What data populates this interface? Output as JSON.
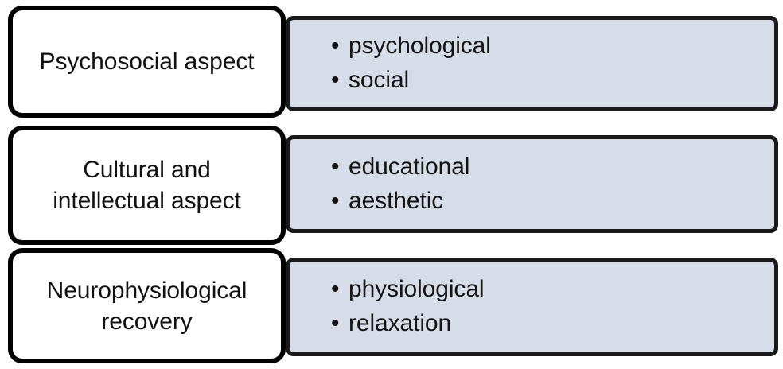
{
  "diagram": {
    "type": "three-row-category-detail-table",
    "colors": {
      "detail_fill": "#d6dce8",
      "label_fill": "#ffffff",
      "border": "#000000",
      "text": "#111111",
      "page_background": "#ffffff"
    },
    "bullet_glyph": "•",
    "rows": [
      {
        "label": "Psychosocial aspect",
        "items": [
          "psychological",
          "social"
        ]
      },
      {
        "label": "Cultural and\nintellectual aspect",
        "items": [
          "educational",
          "aesthetic"
        ]
      },
      {
        "label": "Neurophysiological\nrecovery",
        "items": [
          "physiological",
          "relaxation"
        ]
      }
    ]
  }
}
